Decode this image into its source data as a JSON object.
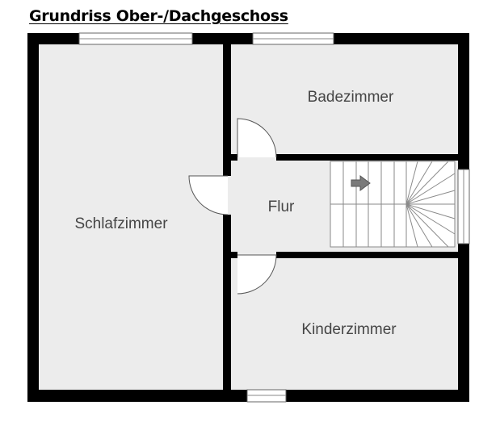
{
  "title": "Grundriss Ober-/Dachgeschoss",
  "rooms": {
    "schlafzimmer": "Schlafzimmer",
    "badezimmer": "Badezimmer",
    "flur": "Flur",
    "kinderzimmer": "Kinderzimmer"
  },
  "colors": {
    "wall": "#000000",
    "floor": "#ececec",
    "label": "#454545"
  }
}
